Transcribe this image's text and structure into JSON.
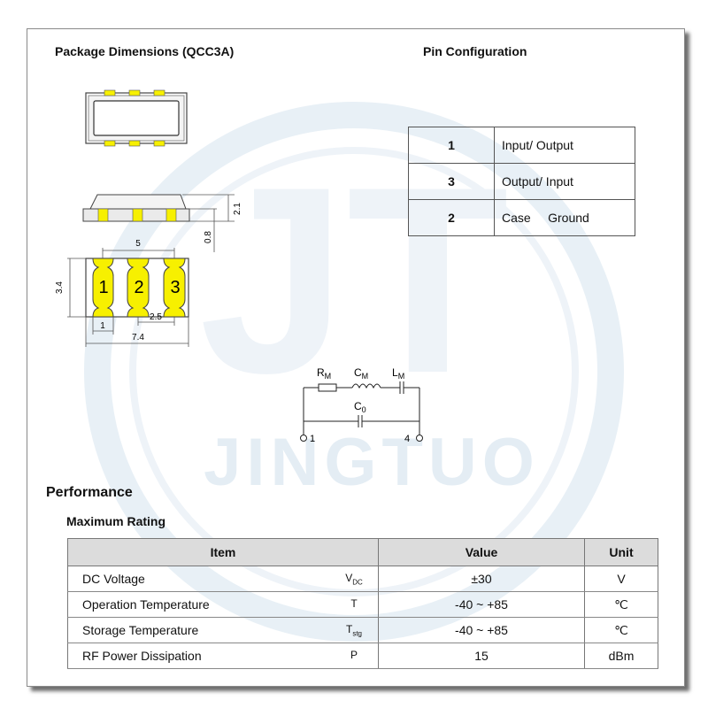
{
  "watermark": {
    "text": "JINGTUO",
    "logo_letters": "JT"
  },
  "package": {
    "title": "Package Dimensions (QCC3A)",
    "dims": {
      "height_total": "2.1",
      "height_base": "0.8",
      "pad_span": "5",
      "width": "3.4",
      "pad_w": "1",
      "pitch": "2.5",
      "length": "7.4"
    },
    "pad_labels": [
      "1",
      "2",
      "3"
    ]
  },
  "pin_config": {
    "title": "Pin Configuration",
    "rows": [
      {
        "pin": "1",
        "function": "Input/ Output"
      },
      {
        "pin": "3",
        "function": "Output/ Input"
      },
      {
        "pin": "2",
        "function": "Case     Ground"
      }
    ]
  },
  "circuit": {
    "rm": "R",
    "rm_sub": "M",
    "cm": "C",
    "cm_sub": "M",
    "lm": "L",
    "lm_sub": "M",
    "c0": "C",
    "c0_sub": "0",
    "node1": "1",
    "node4": "4"
  },
  "performance": {
    "title": "Performance",
    "max_rating_title": "Maximum Rating",
    "headers": {
      "item": "Item",
      "value": "Value",
      "unit": "Unit"
    },
    "rows": [
      {
        "item": "DC Voltage",
        "sym": "V",
        "sym_sub": "DC",
        "value": "±30",
        "unit": "V"
      },
      {
        "item": "Operation Temperature",
        "sym": "T",
        "sym_sub": "",
        "value": "-40 ~ +85",
        "unit": "℃"
      },
      {
        "item": "Storage Temperature",
        "sym": "T",
        "sym_sub": "stg",
        "value": "-40 ~ +85",
        "unit": "℃"
      },
      {
        "item": "RF Power Dissipation",
        "sym": "P",
        "sym_sub": "",
        "value": "15",
        "unit": "dBm"
      }
    ]
  },
  "colors": {
    "pad": "#f7f000",
    "border": "#555555",
    "header_bg": "#dcdcdc",
    "watermark": "#e6eef5"
  }
}
